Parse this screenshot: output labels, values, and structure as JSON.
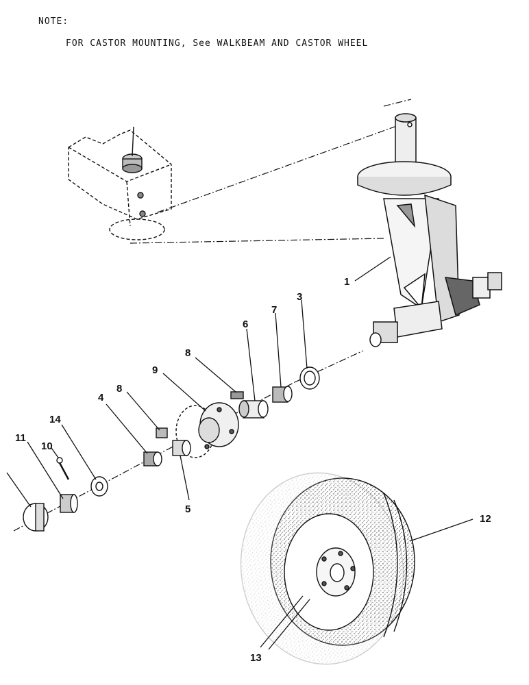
{
  "note": {
    "heading": "NOTE:",
    "text": "FOR CASTOR MOUNTING, See WALKBEAM AND CASTOR WHEEL"
  },
  "parts": {
    "p1": "1",
    "p3": "3",
    "p4": "4",
    "p5": "5",
    "p6": "6",
    "p7": "7",
    "p8a": "8",
    "p8b": "8",
    "p9": "9",
    "p10": "10",
    "p11": "11",
    "p12": "12",
    "p13": "13",
    "p14": "14"
  },
  "colors": {
    "ink": "#111111",
    "paper": "#ffffff"
  }
}
